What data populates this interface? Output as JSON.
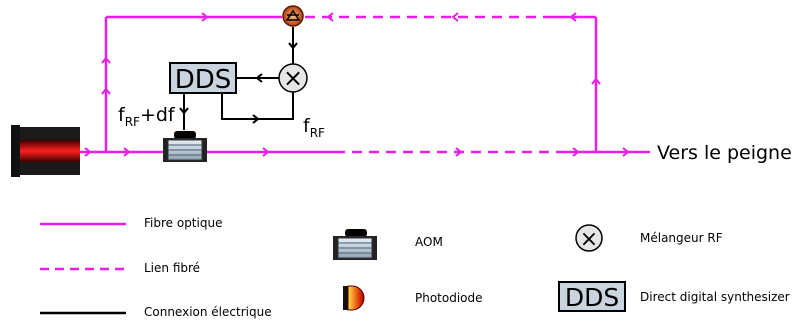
{
  "colors": {
    "fiber": "#e61ee6",
    "electrical": "#000000",
    "arrow_fiber": "#c000c0",
    "dds_fill": "#c9d4df",
    "laser_red": "#d40000",
    "laser_body": "#1a1a1a",
    "photodiode_start": "#ffd83a",
    "photodiode_end": "#c00000"
  },
  "diagram": {
    "output_label": "Vers le peigne",
    "dds_label": "DDS",
    "mixer_symbol": "×",
    "freq_rf_main": "f",
    "freq_rf_sub": "RF",
    "freq_rf_df_main": "f",
    "freq_rf_df_sub": "RF",
    "freq_rf_df_suffix": "+df"
  },
  "legend": {
    "fibre_optique": "Fibre optique",
    "lien_fibre": "Lien fibré",
    "connexion_electrique": "Connexion électrique",
    "aom": "AOM",
    "photodiode": "Photodiode",
    "melangeur_symbol": "×",
    "melangeur": "Mélangeur RF",
    "dds_icon": "DDS",
    "dds": "Direct digital synthesizer"
  }
}
